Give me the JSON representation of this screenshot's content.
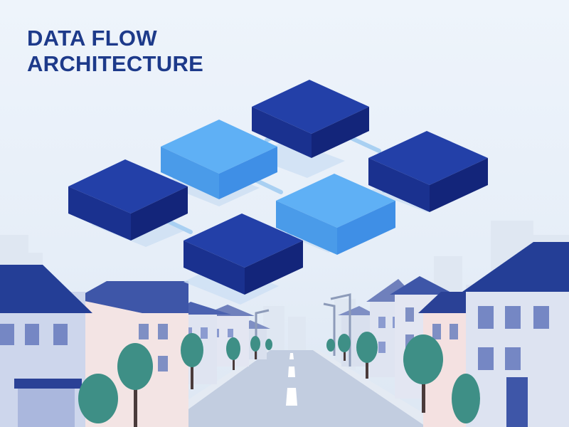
{
  "title": {
    "line1": "DATA FLOW",
    "line2": "ARCHITECTURE"
  },
  "diagram": {
    "nodes": [
      {
        "id": "dark-top",
        "style": "dark"
      },
      {
        "id": "light-left",
        "style": "light"
      },
      {
        "id": "dark-left",
        "style": "dark"
      },
      {
        "id": "dark-right",
        "style": "dark"
      },
      {
        "id": "light-center",
        "style": "light"
      },
      {
        "id": "dark-bottom",
        "style": "dark"
      }
    ],
    "connections": [
      [
        "light-left",
        "dark-top"
      ],
      [
        "dark-top",
        "dark-right"
      ],
      [
        "light-left",
        "light-center"
      ],
      [
        "dark-left",
        "light-left"
      ],
      [
        "dark-left",
        "dark-bottom"
      ],
      [
        "dark-bottom",
        "light-center"
      ],
      [
        "light-center",
        "dark-right"
      ]
    ]
  },
  "colors": {
    "title": "#1d3a8a",
    "dark_block_top": "#2340a8",
    "dark_block_side": "#13257a",
    "light_block_top": "#5fb0f5",
    "light_block_side": "#3f8fe6",
    "connector": "#a9d0f2",
    "shadow": "#cfe0f4",
    "road": "#c2cde0",
    "tree": "#3e8f86"
  },
  "scene": {
    "subject": "street with houses and trees below floating blocks"
  }
}
